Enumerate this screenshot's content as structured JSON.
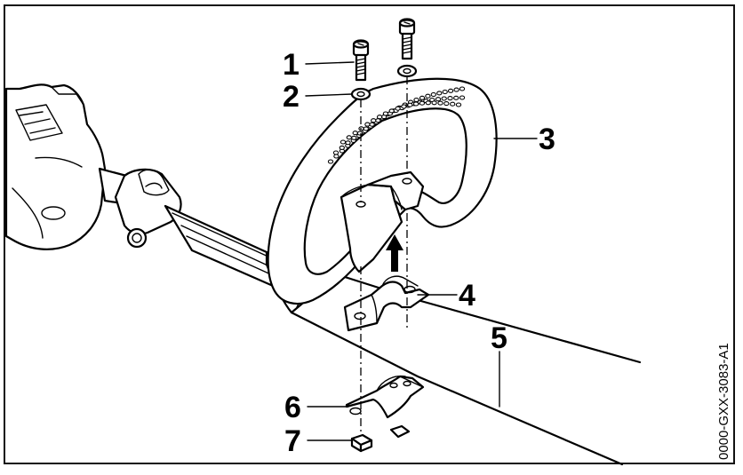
{
  "figure": {
    "callouts": [
      "1",
      "2",
      "3",
      "4",
      "5",
      "6",
      "7"
    ],
    "figure_code": "0000-GXX-3083-A1"
  },
  "colors": {
    "line": "#000000",
    "background": "#ffffff"
  },
  "parts": {
    "callout_1": "screw-icon",
    "callout_2": "washer-icon",
    "callout_3": "loop-handle-icon",
    "callout_4": "upper-clamp-icon",
    "callout_5": "drive-shaft-tube-icon",
    "callout_6": "lower-clamp-icon",
    "callout_7": "square-nut-icon"
  }
}
